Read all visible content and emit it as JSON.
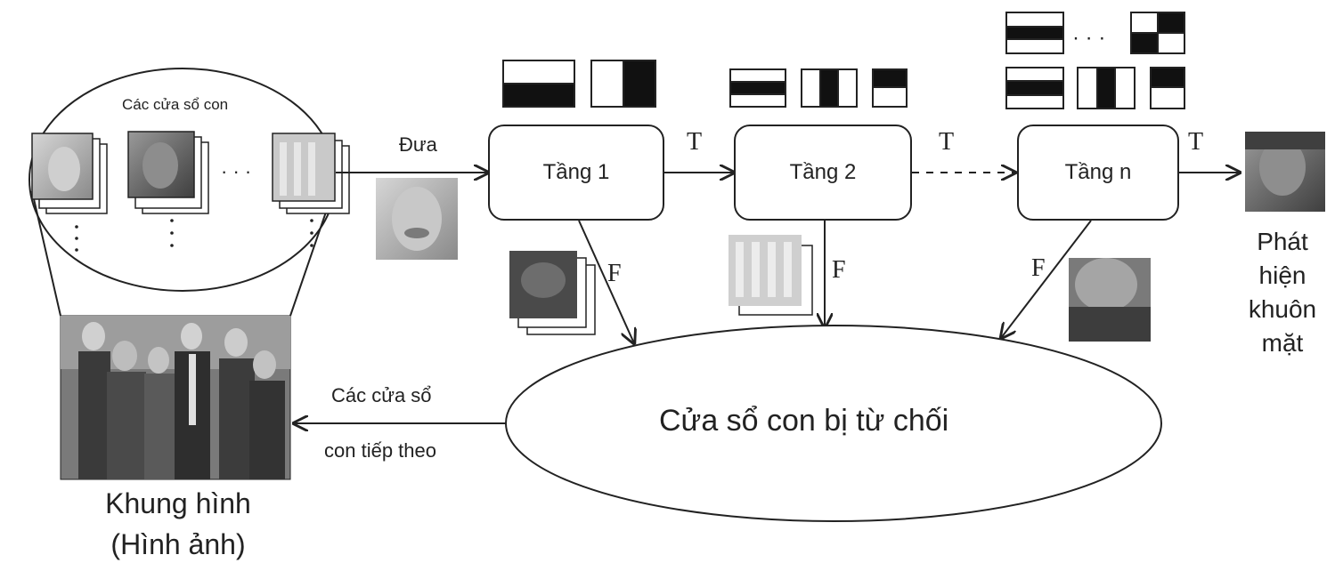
{
  "subwindows_label": "Các cửa sổ con",
  "feed_label": "Đưa",
  "stages": [
    "Tầng 1",
    "Tầng 2",
    "Tầng n"
  ],
  "true_label": "T",
  "false_label": "F",
  "rejected_label": "Cửa sổ con bị từ chối",
  "next_label_line1": "Các cửa sổ",
  "next_label_line2": "con tiếp theo",
  "frame_label_line1": "Khung hình",
  "frame_label_line2": "(Hình ảnh)",
  "detected_label_line1": "Phát",
  "detected_label_line2": "hiện",
  "detected_label_line3": "khuôn",
  "detected_label_line4": "mặt",
  "ellipsis": "· · ·",
  "colors": {
    "line": "#222222",
    "photo_dark": "#555555",
    "photo_light": "#b8b8b8"
  }
}
